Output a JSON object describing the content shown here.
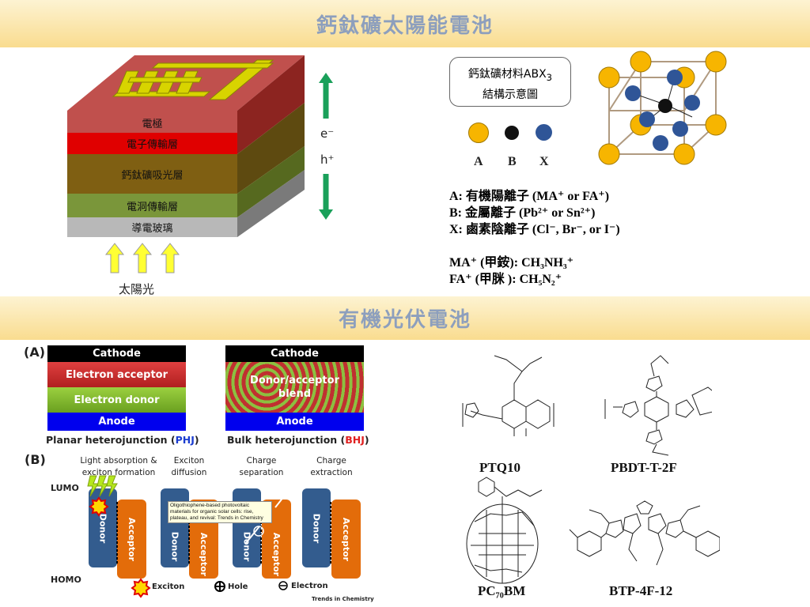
{
  "perovskite": {
    "title": "鈣鈦礦太陽能電池",
    "layers": [
      "電極",
      "電子傳輸層",
      "鈣鈦礦吸光層",
      "電洞傳輸層",
      "導電玻璃"
    ],
    "electron": "e⁻",
    "hole": "h⁺",
    "sunlight": "太陽光",
    "box_line1": "鈣鈦礦材料ABX",
    "box_sub": "3",
    "box_line2": "結構示意圖",
    "ions": {
      "a": "A",
      "b": "B",
      "x": "X"
    },
    "legend": [
      "A: 有機陽離子 (MA⁺ or FA⁺)",
      "B: 金屬離子 (Pb²⁺ or Sn²⁺)",
      "X: 鹵素陰離子 (Cl⁻, Br⁻, or I⁻)"
    ],
    "ma": "MA⁺ (甲銨): CH₃NH₃⁺",
    "fa": "FA⁺ (甲脒 ): CH₅N₂⁺",
    "colors": {
      "a": "#f7b500",
      "b": "#111111",
      "x": "#2f5597"
    }
  },
  "opv": {
    "title": "有機光伏電池",
    "panel_a": "(A)",
    "panel_b": "(B)",
    "phj": {
      "cathode": "Cathode",
      "acceptor": "Electron acceptor",
      "donor": "Electron donor",
      "anode": "Anode",
      "caption_pre": "Planar heterojunction (",
      "caption_abbr": "PHJ",
      "caption_post": ")"
    },
    "bhj": {
      "cathode": "Cathode",
      "blend": "Donor/acceptor blend",
      "anode": "Anode",
      "caption_pre": "Bulk heterojunction (",
      "caption_abbr": "BHJ",
      "caption_post": ")"
    },
    "steps": [
      "Light absorption & exciton formation",
      "Exciton diffusion",
      "Charge separation",
      "Charge extraction"
    ],
    "lumo": "LUMO",
    "homo": "HOMO",
    "donor": "Donor",
    "acceptor": "Acceptor",
    "legend": {
      "exciton": "Exciton",
      "hole": "Hole",
      "electron": "Electron"
    },
    "source": "Trends in Chemistry",
    "tooltip": "Oligothiophene-based photovoltaic materials for organic solar cells: rise, plateau, and revival: Trends in Chemistry",
    "molecules": [
      "PTQ10",
      "PBDT-T-2F",
      "PC₇₀BM",
      "BTP-4F-12"
    ]
  }
}
